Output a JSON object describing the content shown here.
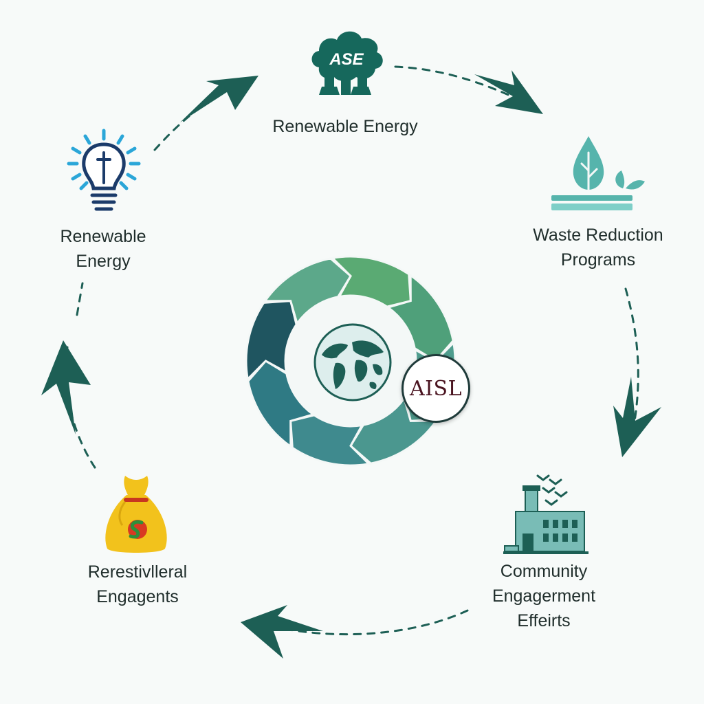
{
  "diagram": {
    "center": {
      "badge_text": "AISL"
    },
    "nodes": [
      {
        "id": "top",
        "logo_text": "ASE",
        "lines": [
          "Renewable Energy"
        ],
        "icon": "ase-cloud-tree-icon"
      },
      {
        "id": "left",
        "lines": [
          "Renewable",
          "Energy"
        ],
        "icon": "lightbulb-icon"
      },
      {
        "id": "right",
        "lines": [
          "Waste Reduction",
          "Programs"
        ],
        "icon": "leaf-drop-icon"
      },
      {
        "id": "bottom-right",
        "lines": [
          "Community",
          "Engagerment",
          "Effeirts"
        ],
        "icon": "factory-icon"
      },
      {
        "id": "bottom-left",
        "lines": [
          "Rerestivlleral",
          "Engagents"
        ],
        "icon": "money-bag-icon"
      }
    ],
    "colors": {
      "arrow": "#1d5f55",
      "ring_light": "#5aaa73",
      "ring_mid": "#4f9d8e",
      "ring_dark": "#1f5560",
      "logo_dark": "#16685c",
      "bulb_blue": "#2aa6d8",
      "bulb_navy": "#1b3b6a",
      "leaf": "#56b4ac",
      "factory": "#79bcb6",
      "bag_yellow": "#f2c21c",
      "badge_text": "#4a1420"
    }
  }
}
